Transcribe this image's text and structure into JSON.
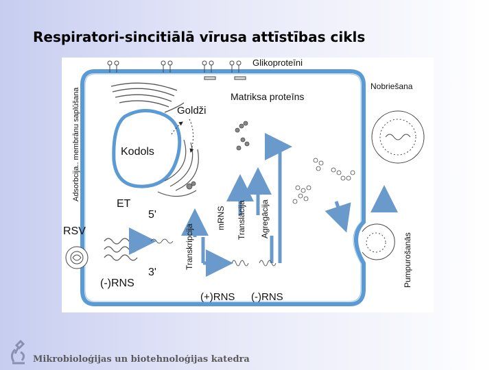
{
  "title": "Respiratori-sincitiālā vīrusa attīstības cikls",
  "footer": "Mikrobioloģijas un biotehnoloģijas katedra",
  "icon": "microscope-icon",
  "colors": {
    "membrane": "#5b9bd5",
    "arrow": "#6a9acb",
    "nucleus": "#5b9bd5"
  },
  "labels": {
    "glycoproteins": "Glikoproteīni",
    "maturation": "Nobriešana",
    "adsorption": "Adsorbcija.. membrānu saplūšana",
    "golgi": "Goldži",
    "matrix": "Matriksa proteīns",
    "nucleus": "Kodols",
    "er": "ET",
    "five_prime": "5'",
    "three_prime": "3'",
    "rsv": "RSV",
    "neg_rna": "(-)RNS",
    "pos_rna_bottom": "(+)RNS",
    "neg_rna_bottom": "(-)RNS",
    "transcription": "Transkripcija",
    "mrna": "mRNS",
    "translation": "Translācija",
    "aggregation": "Agregācija",
    "budding": "Pumpurošanās"
  }
}
